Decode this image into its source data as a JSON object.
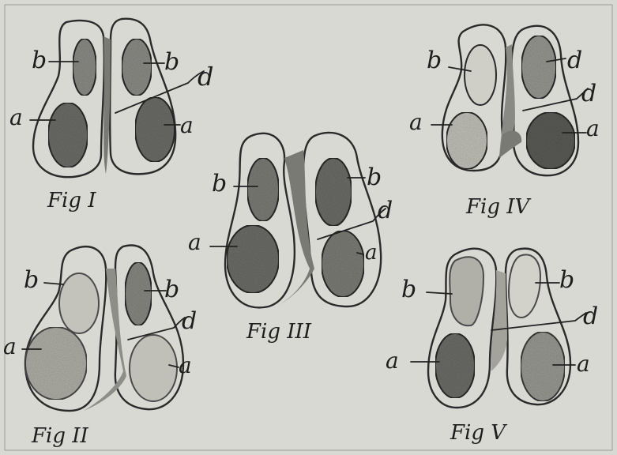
{
  "labels": {
    "a": "a",
    "b": "b",
    "d": "d"
  },
  "captions": {
    "fig1": "Fig I",
    "fig2": "Fig II",
    "fig3": "Fig III",
    "fig4": "Fig IV",
    "fig5": "Fig V"
  },
  "colors": {
    "paper": "#d9d9d4",
    "ink": "#2a2a2a",
    "dark_cell": "#6e6e6a",
    "mid_cell": "#8e8e89",
    "light_cell": "#b5b5ae",
    "septum": "#7a7a75"
  }
}
